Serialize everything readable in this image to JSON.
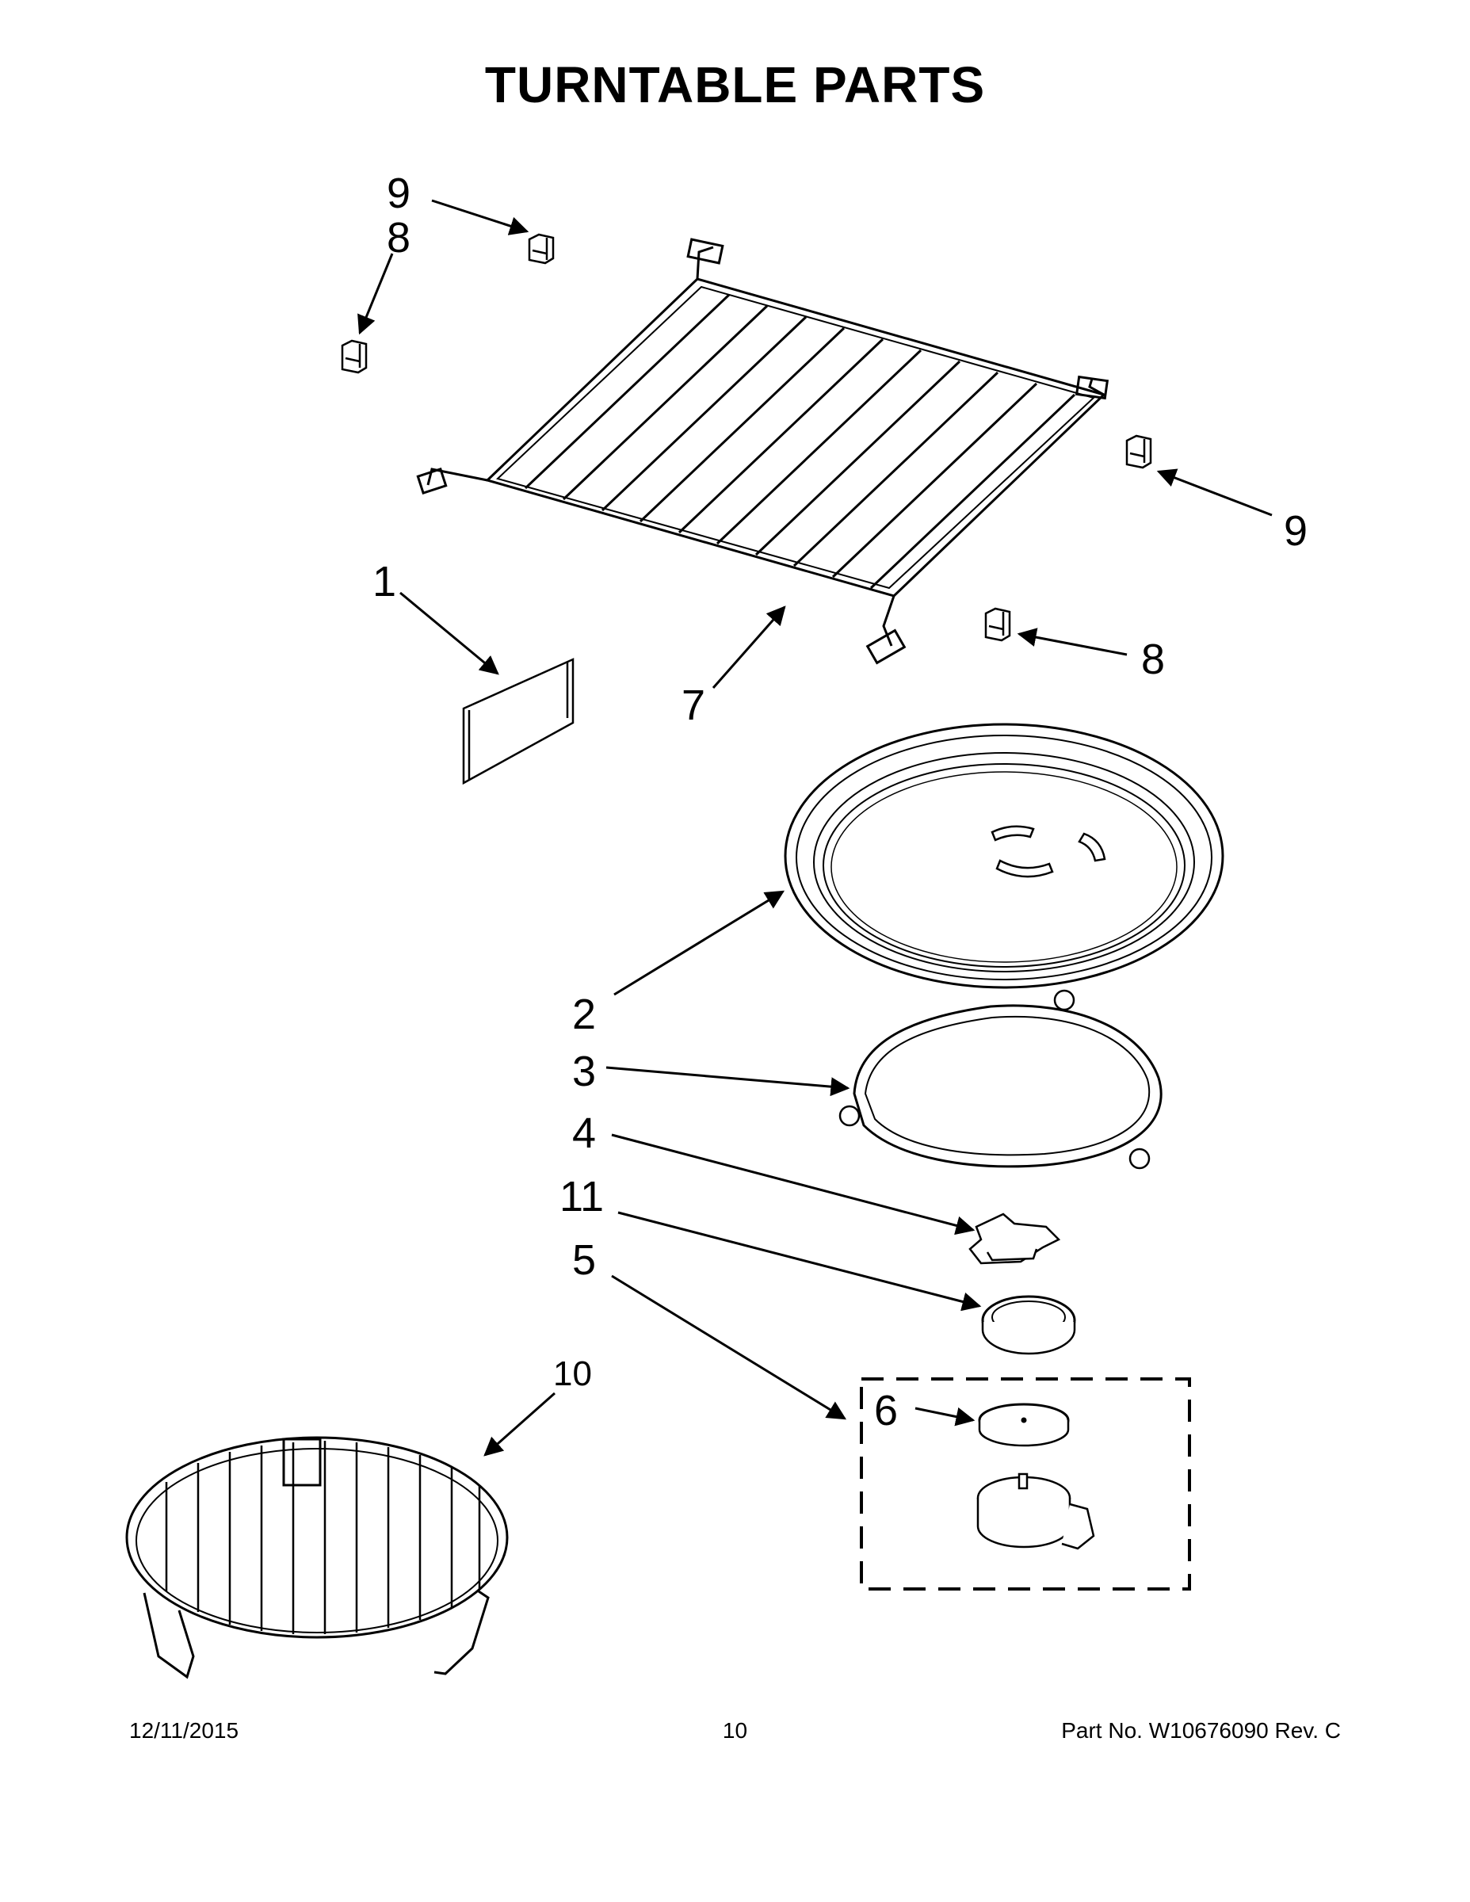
{
  "page": {
    "title": "TURNTABLE PARTS",
    "footer_date": "12/11/2015",
    "footer_page": "10",
    "footer_part": "Part No.  W10676090  Rev.  C"
  },
  "callouts": {
    "c1": "1",
    "c2": "2",
    "c3": "3",
    "c4": "4",
    "c5": "5",
    "c6": "6",
    "c7": "7",
    "c8a": "8",
    "c8b": "8",
    "c9a": "9",
    "c9b": "9",
    "c10": "10",
    "c11": "11"
  }
}
